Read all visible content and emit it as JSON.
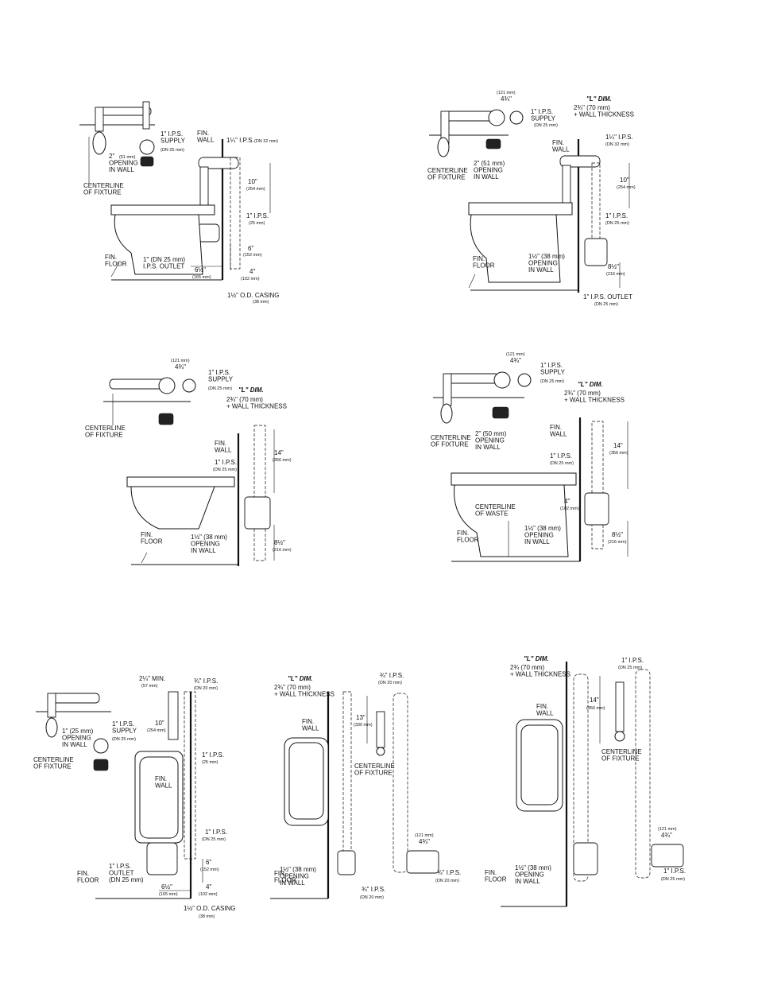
{
  "diagrams": [
    {
      "id": "d1",
      "labels": {
        "fin_wall": "FIN.\nWALL",
        "fin_floor": "FIN.\nFLOOR",
        "centerline": "CENTERLINE\nOF FIXTURE",
        "supply": "1\" I.P.S.\nSUPPLY",
        "supply_dn": "(DN 25 mm)",
        "opening": "2\"\nOPENING\nIN WALL",
        "opening_mm": "(51 mm)",
        "ips_top": "1¼\" I.P.S.",
        "ips_top_dn": "(DN 32 mm)",
        "dim10": "10\"",
        "dim10_mm": "(254 mm)",
        "ips_mid": "1\" I.P.S.",
        "ips_mid_mm": "(25 mm)",
        "dim6": "6\"",
        "dim6_mm": "(152 mm)",
        "outlet": "1\" (DN 25 mm)\nI.P.S. OUTLET",
        "dim6half": "6½\"",
        "dim6half_mm": "(165 mm)",
        "dim4": "4\"",
        "dim4_mm": "(102 mm)",
        "casing": "1½\" O.D. CASING",
        "casing_mm": "(38 mm)"
      }
    },
    {
      "id": "d2",
      "labels": {
        "dim121": "(121 mm)",
        "dim434": "4¾\"",
        "supply": "1\" I.P.S.\nSUPPLY",
        "supply_dn": "(DN 25 mm)",
        "ldim": "\"L\" DIM.",
        "ldim_val": "2¾\" (70 mm)\n+ WALL THICKNESS",
        "fin_wall": "FIN.\nWALL",
        "ips_top": "1¼\" I.P.S.",
        "ips_top_dn": "(DN 32 mm)",
        "centerline": "CENTERLINE\nOF FIXTURE",
        "opening": "2\" (51 mm)\nOPENING\nIN WALL",
        "dim10": "10\"",
        "dim10_mm": "(254 mm)",
        "ips_mid": "1\" I.P.S.",
        "ips_mid_dn": "(DN 25 mm)",
        "fin_floor": "FIN.\nFLOOR",
        "opening2": "1½\" (38 mm)\nOPENING\nIN WALL",
        "dim8half": "8½\"",
        "dim8half_mm": "(216 mm)",
        "outlet": "1\" I.P.S. OUTLET",
        "outlet_dn": "(DN 25 mm)"
      }
    },
    {
      "id": "d3",
      "labels": {
        "dim121": "(121 mm)",
        "dim434": "4¾\"",
        "supply": "1\" I.P.S.\nSUPPLY",
        "supply_dn": "(DN 25 mm)",
        "ldim": "\"L\" DIM.",
        "ldim_val": "2¾\" (70 mm)\n+ WALL THICKNESS",
        "centerline": "CENTERLINE\nOF FIXTURE",
        "fin_wall": "FIN.\nWALL",
        "ips_mid": "1\" I.P.S.",
        "ips_mid_dn": "(DN 25 mm)",
        "dim14": "14\"",
        "dim14_mm": "(356 mm)",
        "fin_floor": "FIN.\nFLOOR",
        "opening": "1½\" (38 mm)\nOPENING\nIN WALL",
        "dim8half": "8½\"",
        "dim8half_mm": "(216 mm)"
      }
    },
    {
      "id": "d4",
      "labels": {
        "dim121": "(121 mm)",
        "dim434": "4¾\"",
        "supply": "1\" I.P.S.\nSUPPLY",
        "supply_dn": "(DN 25 mm)",
        "ldim": "\"L\" DIM.",
        "ldim_val": "2¾\" (70 mm)\n+ WALL THICKNESS",
        "centerline": "CENTERLINE\nOF FIXTURE",
        "opening": "2\" (50 mm)\nOPENING\nIN WALL",
        "fin_wall": "FIN.\nWALL",
        "ips_mid": "1\" I.P.S.",
        "ips_mid_dn": "(DN 25 mm)",
        "dim14": "14\"",
        "dim14_mm": "(356 mm)",
        "dim4": "4\"",
        "dim4_mm": "(102 mm)",
        "cl_waste": "CENTERLINE\nOF WASTE",
        "fin_floor": "FIN.\nFLOOR",
        "opening2": "1½\" (38 mm)\nOPENING\nIN WALL",
        "dim8half": "8½\"",
        "dim8half_mm": "(216 mm)"
      }
    },
    {
      "id": "d5",
      "labels": {
        "min": "2¼\" MIN.",
        "min_mm": "(57 mm)",
        "ips_top": "¾\" I.P.S.",
        "ips_top_dn": "(DN 20 mm)",
        "dim10": "10\"",
        "dim10_mm": "(254 mm)",
        "supply": "1\" I.P.S.\nSUPPLY",
        "supply_dn": "(DN 25 mm)",
        "opening": "1\" (25 mm)\nOPENING\nIN WALL",
        "centerline": "CENTERLINE\nOF FIXTURE",
        "fin_wall": "FIN.\nWALL",
        "ips_a": "1\" I.P.S.",
        "ips_a_mm": "(25 mm)",
        "ips_b": "1\" I.P.S.",
        "ips_b_dn": "(DN 25 mm)",
        "dim6": "6\"",
        "dim6_mm": "(152 mm)",
        "outlet": "1\" I.P.S.\nOUTLET\n(DN 25 mm)",
        "fin_floor": "FIN.\nFLOOR",
        "dim6half": "6½\"",
        "dim6half_mm": "(165 mm)",
        "dim4": "4\"",
        "dim4_mm": "(102 mm)",
        "casing": "1½\" O.D. CASING",
        "casing_mm": "(38 mm)"
      }
    },
    {
      "id": "d6",
      "labels": {
        "ldim": "\"L\" DIM.",
        "ldim_val": "2¾\" (70 mm)\n+ WALL THICKNESS",
        "ips_top": "¾\" I.P.S.",
        "ips_top_dn": "(DN 20 mm)",
        "dim13": "13\"",
        "dim13_mm": "(330 mm)",
        "fin_wall": "FIN.\nWALL",
        "centerline": "CENTERLINE\nOF FIXTURE",
        "dim121": "(121 mm)",
        "dim434": "4¾\"",
        "fin_floor": "FIN.\nFLOOR",
        "opening": "1½\" (38 mm)\nOPENING\nIN WALL",
        "ips_bot": "¾\" I.P.S.",
        "ips_bot_dn": "(DN 20 mm)",
        "ips_right": "¾\" I.P.S.",
        "ips_right_dn": "(DN 20 mm)"
      }
    },
    {
      "id": "d7",
      "labels": {
        "ldim": "\"L\" DIM.",
        "ldim_val": "2¾ (70 mm)\n+ WALL THICKNESS",
        "ips_top": "1\" I.P.S.",
        "ips_top_dn": "(DN 25 mm)",
        "fin_wall": "FIN.\nWALL",
        "dim14": "14\"",
        "dim14_mm": "(356 mm)",
        "centerline": "CENTERLINE\nOF FIXTURE",
        "dim121": "(121 mm)",
        "dim434": "4¾\"",
        "fin_floor": "FIN.\nFLOOR",
        "opening": "1½\" (38 mm)\nOPENING\nIN WALL",
        "ips_bot": "1\" I.P.S.",
        "ips_bot_dn": "(DN 25 mm)"
      }
    }
  ]
}
